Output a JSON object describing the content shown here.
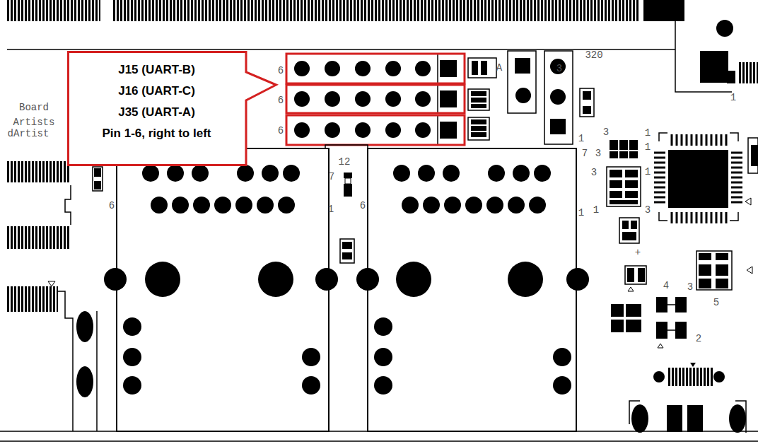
{
  "diagram": {
    "nodes": [
      {
        "text": [
          "J15 (UART-B)",
          "J16 (UART-C)",
          "J35 (UART-A)",
          "Pin 1-6, right to left"
        ]
      }
    ],
    "labels": [
      "320",
      "A",
      "3",
      "6",
      "1",
      "6",
      "Board",
      "Artists",
      "dArtist",
      "6",
      "3",
      "1",
      "1",
      "7",
      "3",
      "1",
      "12",
      "3",
      "1",
      "7",
      "6",
      "6",
      "1",
      "1",
      "1",
      "3",
      "+",
      "4",
      "3",
      "5",
      "2"
    ]
  }
}
